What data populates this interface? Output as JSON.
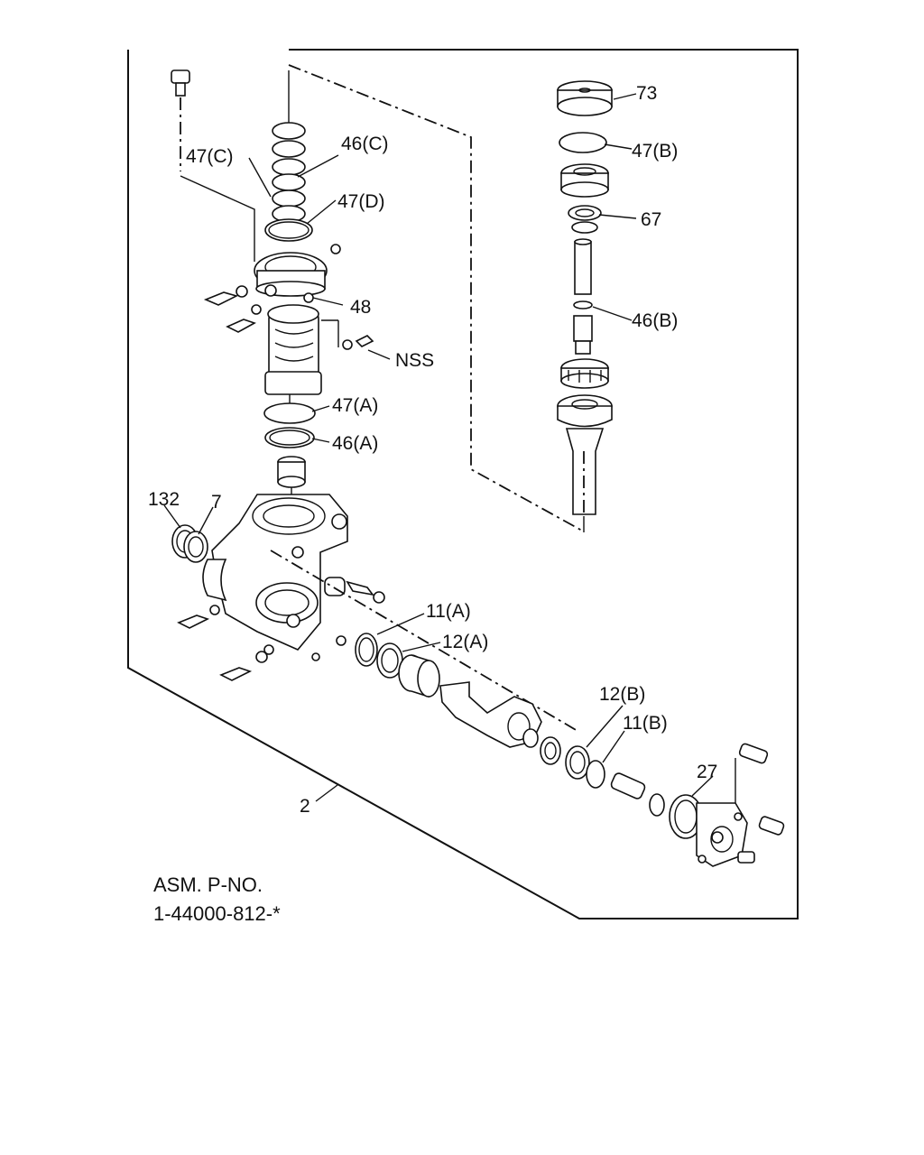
{
  "diagram": {
    "callouts": [
      {
        "id": "73",
        "text": "73"
      },
      {
        "id": "47B",
        "text": "47(B)"
      },
      {
        "id": "67",
        "text": "67"
      },
      {
        "id": "46B",
        "text": "46(B)"
      },
      {
        "id": "47C",
        "text": "47(C)"
      },
      {
        "id": "46C",
        "text": "46(C)"
      },
      {
        "id": "47D",
        "text": "47(D)"
      },
      {
        "id": "48",
        "text": "48"
      },
      {
        "id": "NSS",
        "text": "NSS"
      },
      {
        "id": "47A",
        "text": "47(A)"
      },
      {
        "id": "46A",
        "text": "46(A)"
      },
      {
        "id": "132",
        "text": "132"
      },
      {
        "id": "7",
        "text": "7"
      },
      {
        "id": "11A",
        "text": "11(A)"
      },
      {
        "id": "12A",
        "text": "12(A)"
      },
      {
        "id": "12B",
        "text": "12(B)"
      },
      {
        "id": "11B",
        "text": "11(B)"
      },
      {
        "id": "27",
        "text": "27"
      },
      {
        "id": "2",
        "text": "2"
      }
    ],
    "assembly": {
      "line1": "ASM. P-NO.",
      "line2": "1-44000-812-*"
    }
  }
}
